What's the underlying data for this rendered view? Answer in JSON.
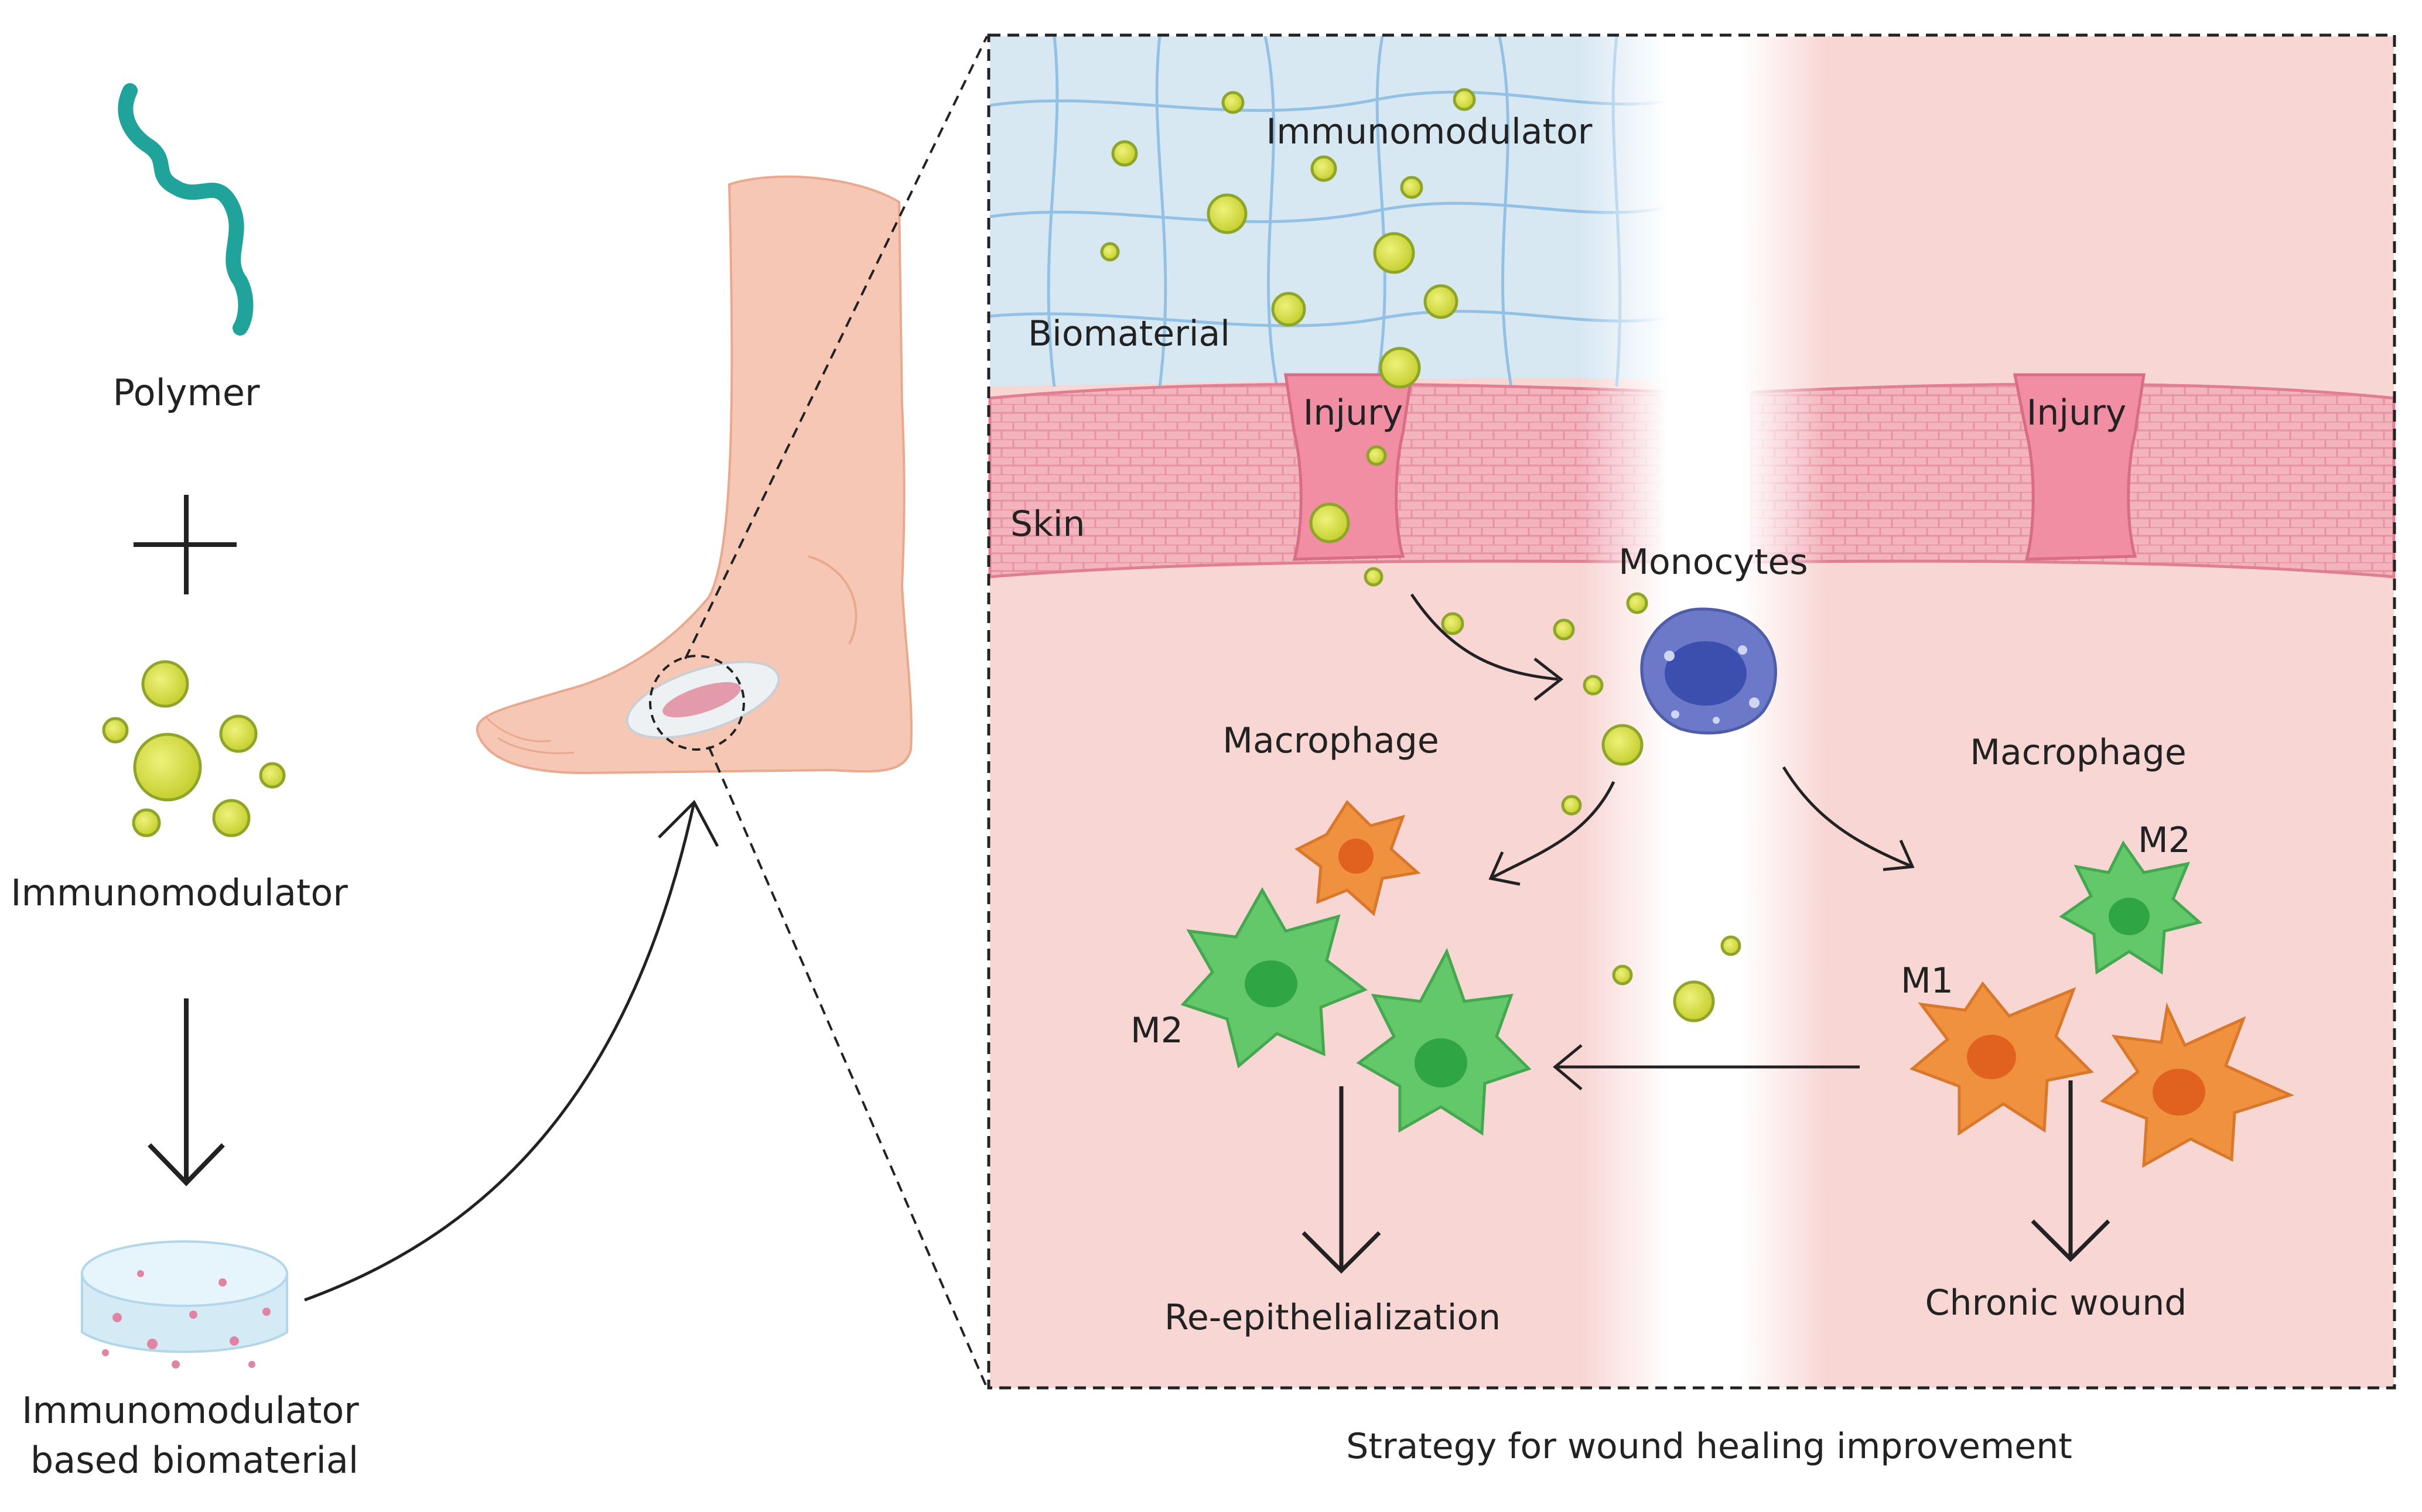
{
  "colors": {
    "polymer": "#20a39a",
    "particle": "#d3dd3b",
    "particle_stroke": "#8ea52a",
    "biomaterial_bg": "#d8e8f3",
    "mesh_line": "#93c1e6",
    "skin": "#f3b4bd",
    "skin_stroke": "#e07f92",
    "tissue": "#f8d6d4",
    "injury": "#f28ea4",
    "monocyte": "#6b79c8",
    "macrophage_m1": "#f0913f",
    "macrophage_m2": "#63c86a",
    "foot": "#f6c7b4"
  },
  "left_panel": {
    "polymer_label": "Polymer",
    "plus_symbol": "+",
    "immunomodulator_label": "Immunomodulator",
    "biomaterial_label_line1": "Immunomodulator",
    "biomaterial_label_line2": "based biomaterial"
  },
  "detail_panel": {
    "immunomodulator_label": "Immunomodulator",
    "biomaterial_label": "Biomaterial",
    "injury_left_label": "Injury",
    "injury_right_label": "Injury",
    "skin_label": "Skin",
    "monocytes_label": "Monocytes",
    "macrophage_left_label": "Macrophage",
    "macrophage_right_label": "Macrophage",
    "m2_left_label": "M2",
    "m2_right_label": "M2",
    "m1_label": "M1",
    "outcome_left": "Re-epithelialization",
    "outcome_right": "Chronic wound"
  },
  "caption": "Strategy for wound healing improvement"
}
